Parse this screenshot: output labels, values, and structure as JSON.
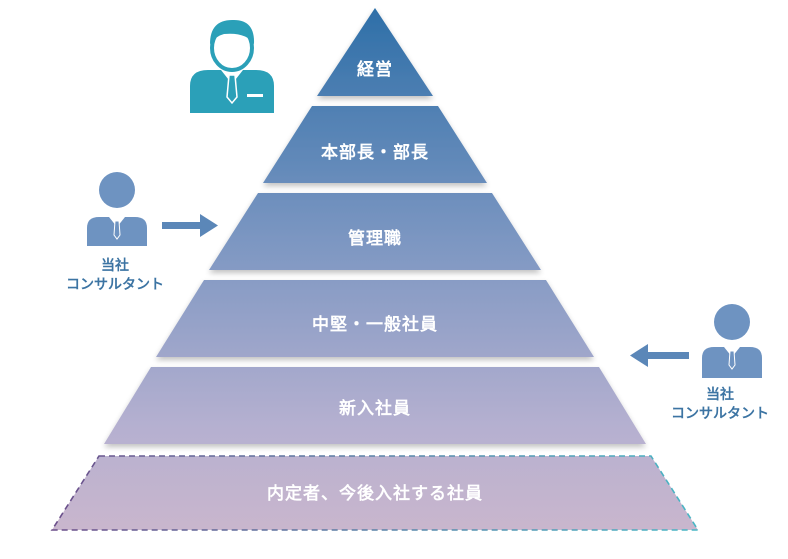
{
  "pyramid": {
    "tiers": [
      {
        "label": "経営"
      },
      {
        "label": "本部長・部長"
      },
      {
        "label": "管理職"
      },
      {
        "label": "中堅・一般社員"
      },
      {
        "label": "新入社員"
      },
      {
        "label": "内定者、今後入社する社員"
      }
    ]
  },
  "consultants": {
    "left": {
      "line1": "当社",
      "line2": "コンサルタント"
    },
    "right": {
      "line1": "当社",
      "line2": "コンサルタント"
    }
  },
  "colors": {
    "tier_gradient_top": "#2e6fa8",
    "tier_gradient_bottom": "#c9b6cd",
    "executive_icon": "#2ba0b8",
    "consultant_icon": "#6e93c1",
    "label": "#3c74a3"
  }
}
